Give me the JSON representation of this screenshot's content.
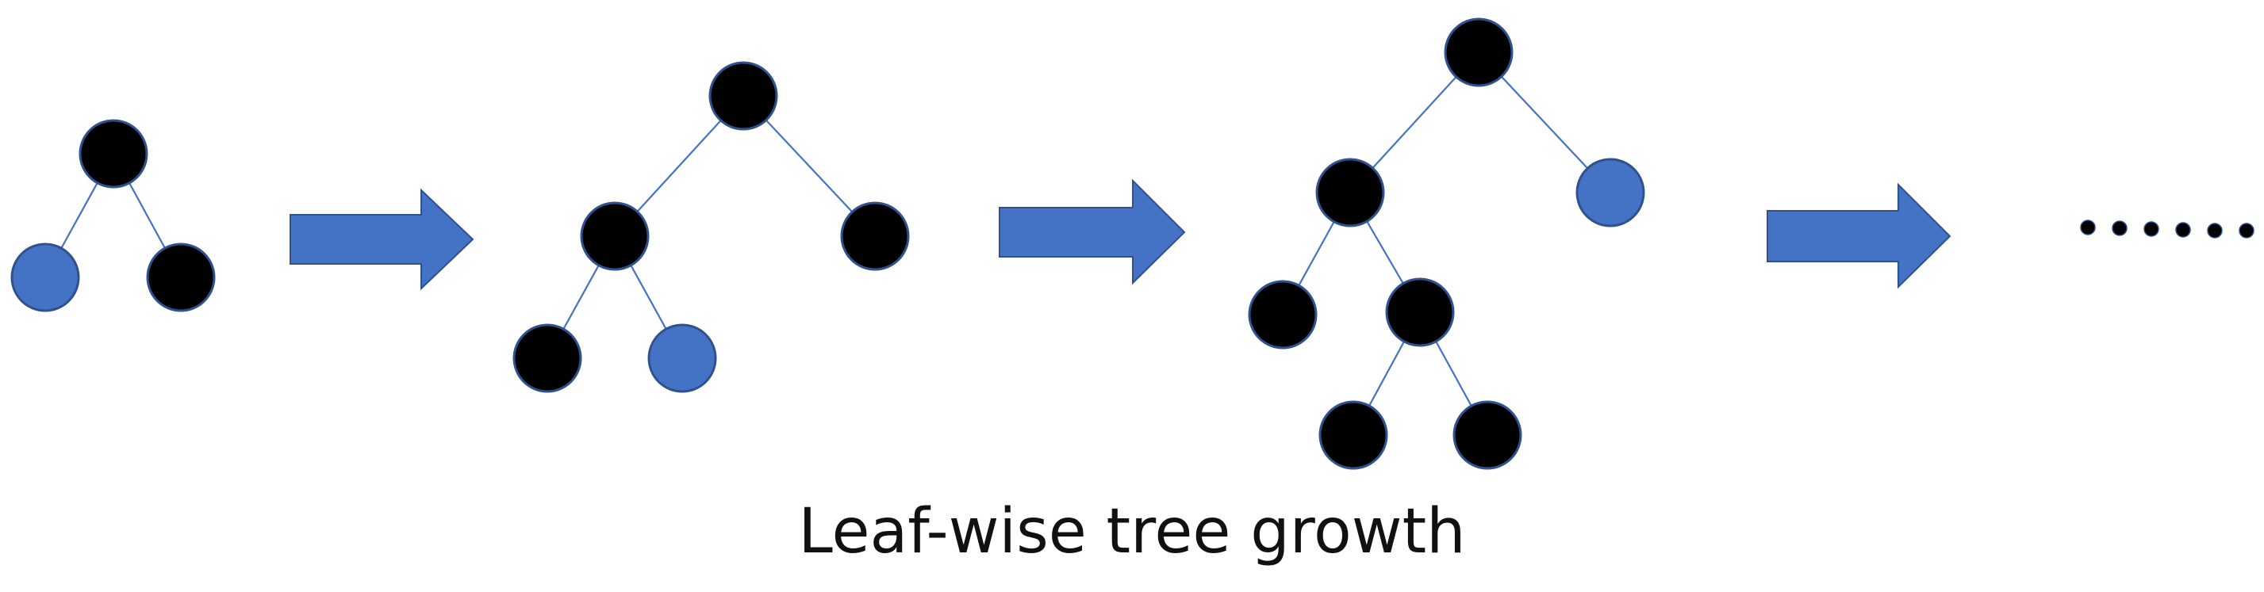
{
  "caption": "Leaf-wise tree growth",
  "colors": {
    "internal_node": "#000000",
    "new_leaf": "#4472C4",
    "edge": "#4472C4",
    "arrow": "#4472C4",
    "outline": "#2F528F"
  },
  "stages": [
    {
      "nodes": [
        "black",
        "blue",
        "black"
      ]
    },
    {
      "nodes": [
        "black",
        "black",
        "black",
        "black",
        "blue"
      ]
    },
    {
      "nodes": [
        "black",
        "black",
        "blue",
        "black",
        "black",
        "black",
        "black"
      ]
    }
  ],
  "continuation": "......"
}
